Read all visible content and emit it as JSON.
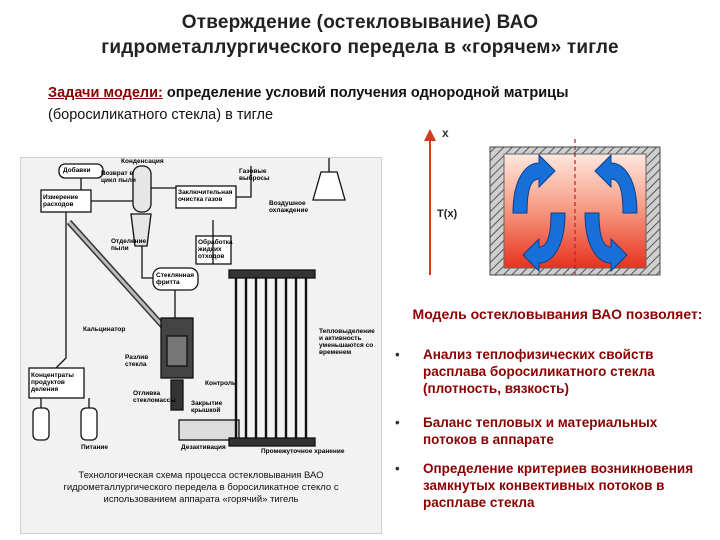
{
  "title": {
    "line1": "Отверждение (остекловывание) ВАО",
    "line2": "гидрометаллургического передела в «горячем» тигле"
  },
  "task": {
    "label": "Задачи модели:",
    "text1": " определение условий получения однородной матрицы",
    "text2": "(боросиликатного стекла) в тигле"
  },
  "diagram": {
    "x_axis_label": "x",
    "t_label": "T(x)",
    "colors": {
      "hot": "#e8321e",
      "warm": "#f7a08a",
      "arrow_fill": "#1670d8",
      "wall": "#555555"
    }
  },
  "schema": {
    "caption": "Технологическая схема процесса остекловывания ВАО гидрометаллургического передела в боросиликатное стекло с использованием аппарата «горячий» тигель",
    "labels": {
      "dobavki": "Добавки",
      "kondensat": "Конденсация",
      "vozvrat": "Возврат в цикл пыли",
      "gazovye": "Газовые выбросы",
      "izmerenie": "Измерение расходов",
      "zaklyuch": "Заключительная очистка газов",
      "vozdush": "Воздушное охлаждение",
      "otdelenie": "Отделение пыли",
      "obrabotka": "Обработка жидких отходов",
      "steklo_fritta": "Стеклянная фритта",
      "kalcinator": "Кальцинатор",
      "teplovydel": "Тепловыделение и активность уменьшаются со временем",
      "razliv": "Разлив стекла",
      "koncentraty": "Концентраты продуктов деления",
      "ostavka": "Отливка стекломассы",
      "kontrol": "Контроль",
      "zakrytie": "Закрытие крышкой",
      "pitanie": "Питание",
      "dezaktiv": "Дезактивация",
      "promezh": "Промежуточное хранение"
    }
  },
  "model": {
    "title": "Модель остекловывания ВАО позволяет:",
    "bullets": [
      "Анализ теплофизических свойств расплава боросиликатного стекла (плотность, вязкость)",
      "Баланс тепловых и материальных потоков в аппарате",
      "Определение критериев возникновения замкнутых конвективных потоков в расплаве стекла"
    ],
    "bullet_marker": "•"
  }
}
